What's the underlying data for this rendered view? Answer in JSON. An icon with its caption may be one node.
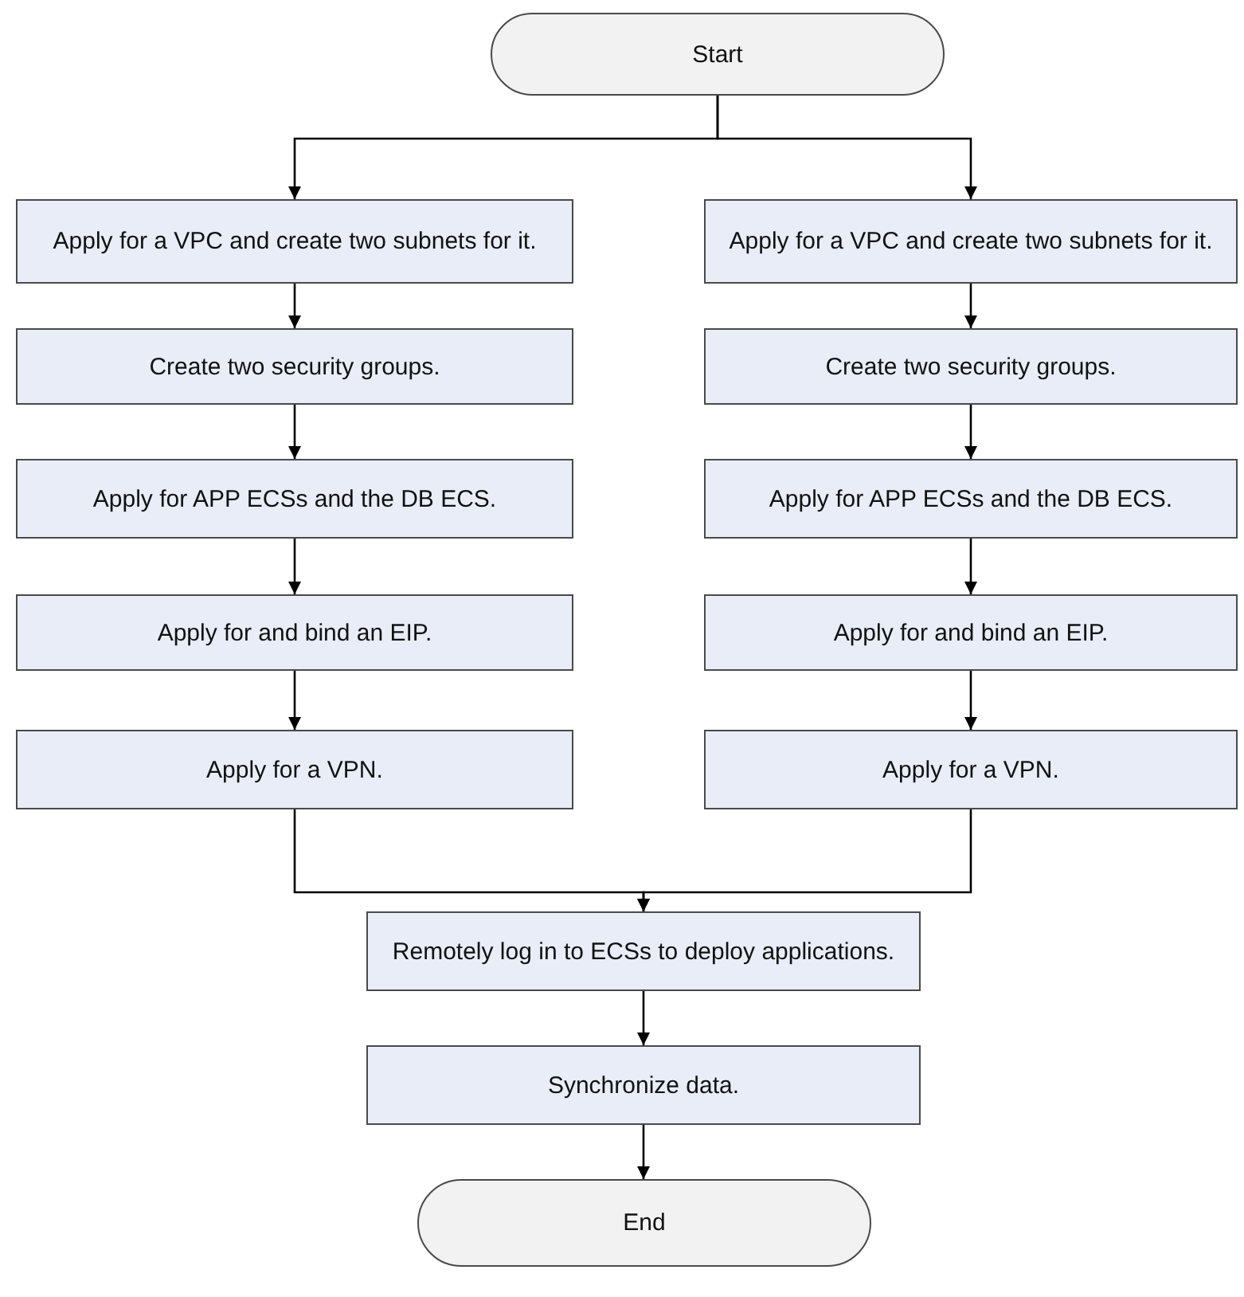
{
  "diagram": {
    "nodes": [
      {
        "text": [
          "Start"
        ]
      },
      {
        "text": [
          "Apply for a VPC and create two subnets for it."
        ]
      },
      {
        "text": [
          "Create two security groups."
        ]
      },
      {
        "text": [
          "Apply for APP ECSs and the DB ECS."
        ]
      },
      {
        "text": [
          "Apply for and bind an EIP."
        ]
      },
      {
        "text": [
          "Apply for a VPN."
        ]
      },
      {
        "text": [
          "Apply for a VPC and create two subnets for it."
        ]
      },
      {
        "text": [
          "Create two security groups."
        ]
      },
      {
        "text": [
          "Apply for APP ECSs and the DB ECS."
        ]
      },
      {
        "text": [
          "Apply for and bind an EIP."
        ]
      },
      {
        "text": [
          "Apply for a VPN."
        ]
      },
      {
        "text": [
          "Remotely log in to ECSs to deploy applications."
        ]
      },
      {
        "text": [
          "Synchronize data."
        ]
      },
      {
        "text": [
          "End"
        ]
      }
    ],
    "edges": [
      {
        "from": 0,
        "to": 1,
        "arrow": "to"
      },
      {
        "from": 0,
        "to": 6,
        "arrow": "to"
      },
      {
        "from": 1,
        "to": 2,
        "arrow": "to"
      },
      {
        "from": 2,
        "to": 3,
        "arrow": "to"
      },
      {
        "from": 3,
        "to": 4,
        "arrow": "to"
      },
      {
        "from": 4,
        "to": 5,
        "arrow": "to"
      },
      {
        "from": 6,
        "to": 7,
        "arrow": "to"
      },
      {
        "from": 7,
        "to": 8,
        "arrow": "to"
      },
      {
        "from": 8,
        "to": 9,
        "arrow": "to"
      },
      {
        "from": 9,
        "to": 10,
        "arrow": "to"
      },
      {
        "from": 5,
        "to": 11,
        "arrow": "to"
      },
      {
        "from": 10,
        "to": 11,
        "arrow": "to"
      },
      {
        "from": 11,
        "to": 12,
        "arrow": "to"
      },
      {
        "from": 12,
        "to": 13,
        "arrow": "to"
      }
    ]
  }
}
